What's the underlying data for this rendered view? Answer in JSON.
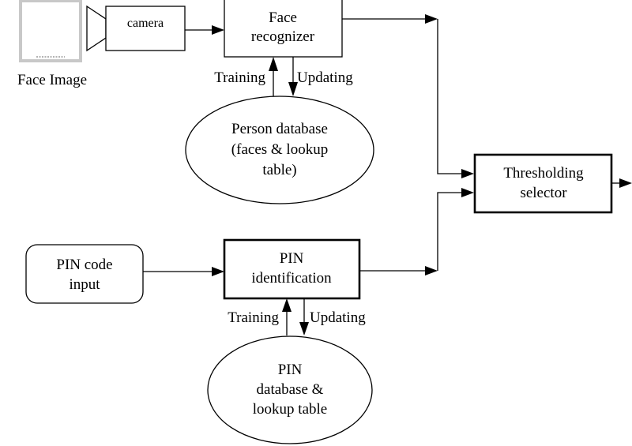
{
  "face_image": {
    "caption": "Face Image"
  },
  "camera": {
    "label": "camera"
  },
  "face_recognizer": {
    "line1": "Face",
    "line2": "recognizer"
  },
  "recognizer_links": {
    "training": "Training",
    "updating": "Updating"
  },
  "person_database": {
    "line1": "Person database",
    "line2": "(faces & lookup",
    "line3": "table)"
  },
  "thresholding_selector": {
    "line1": "Thresholding",
    "line2": "selector"
  },
  "pin_input": {
    "line1": "PIN code",
    "line2": "input"
  },
  "pin_identification": {
    "line1": "PIN",
    "line2": "identification"
  },
  "pin_links": {
    "training": "Training",
    "updating": "Updating"
  },
  "pin_database": {
    "line1": "PIN",
    "line2": "database &",
    "line3": "lookup table"
  }
}
